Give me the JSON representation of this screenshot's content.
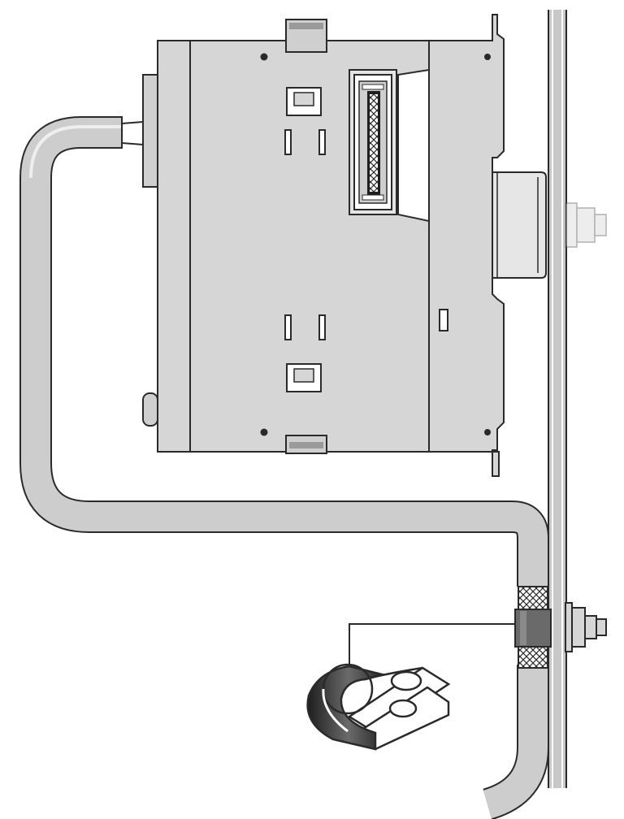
{
  "figure": {
    "subject": "module-cable-grounding-installation",
    "parts": [
      "control-module",
      "din-rail-bracket",
      "mounting-panel",
      "shielded-cable",
      "exposed-shield-braid",
      "cable-clamp",
      "clamp-bolt"
    ],
    "colors": {
      "module_body": "#d6d6d6",
      "module_front": "#e4e4e4",
      "rail": "#c8c8c8",
      "cable": "#cdcdcd",
      "clamp_dark": "#3a3a3a",
      "outline": "#2a2a2a",
      "ghost_bolt": "#bdbdbd",
      "background": "#ffffff"
    }
  }
}
